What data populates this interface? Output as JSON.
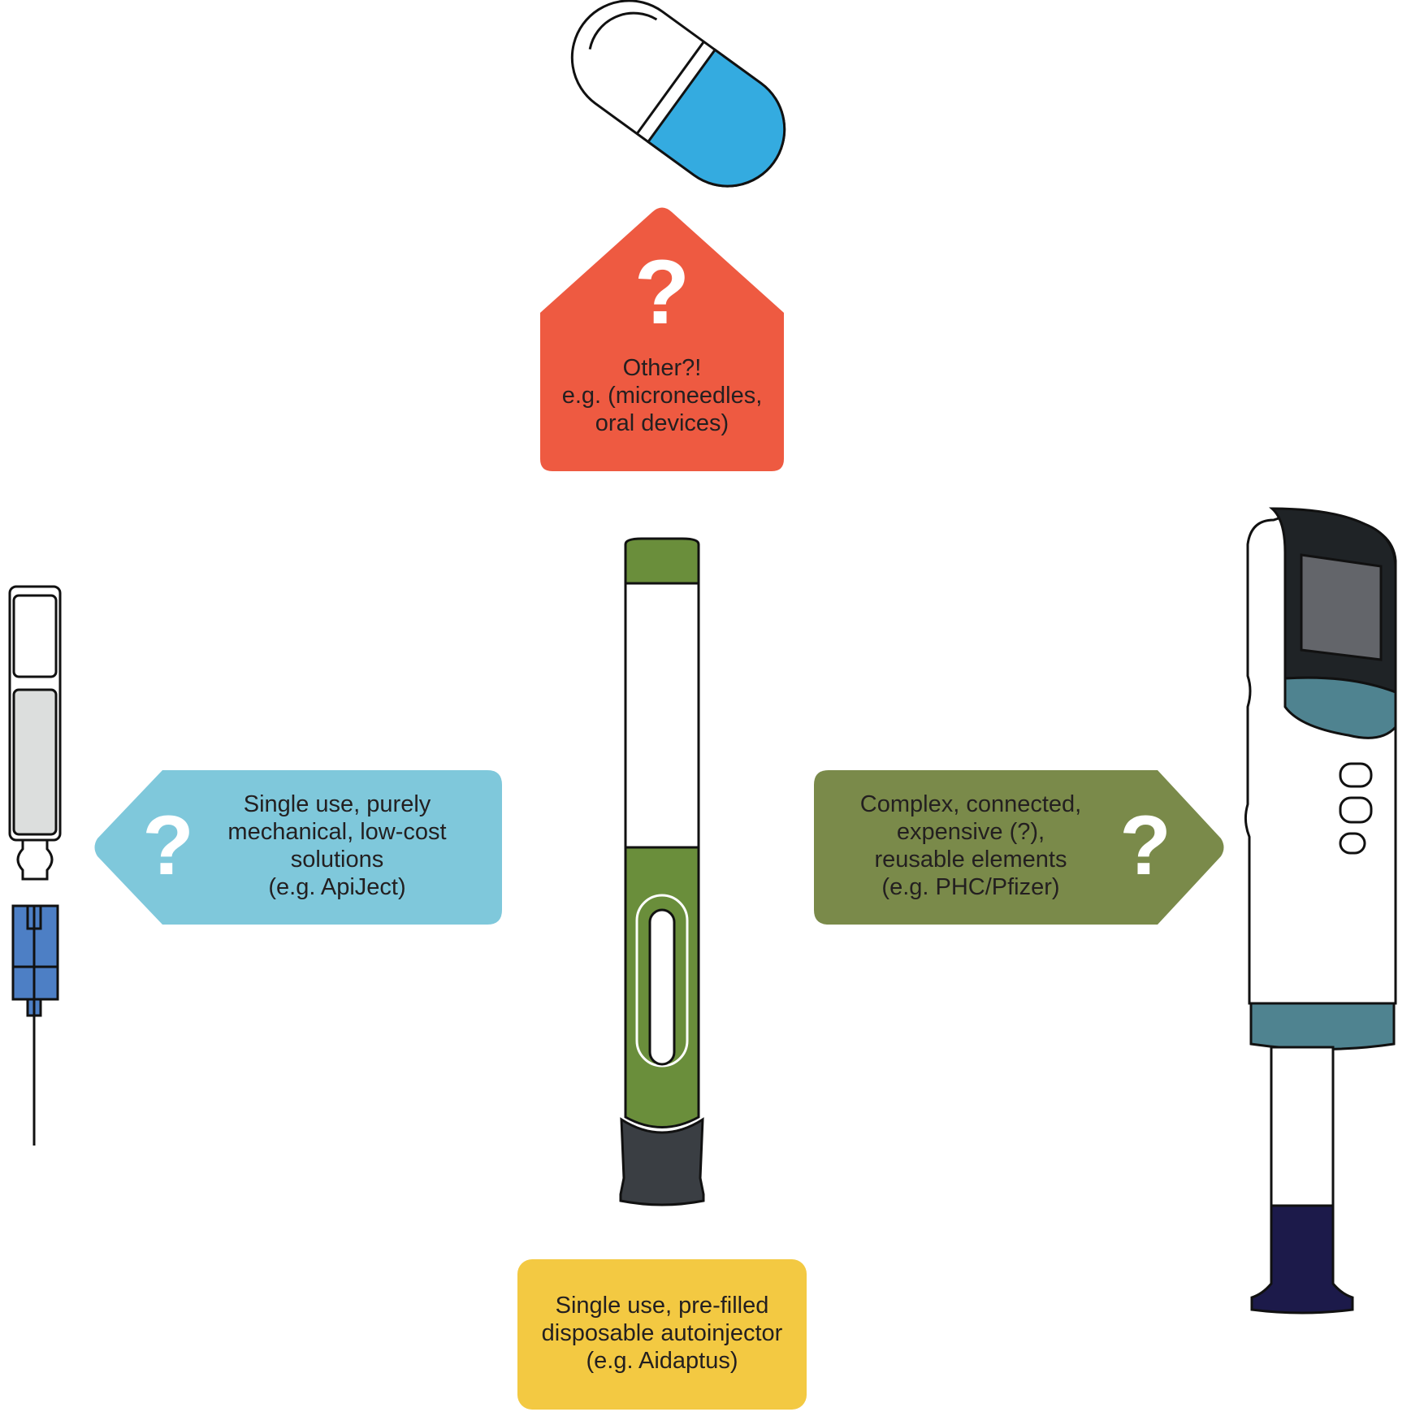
{
  "colors": {
    "top_box": "#ee5a41",
    "left_box": "#7fc8db",
    "right_box": "#7a8a4a",
    "bottom_box": "#f3c942",
    "pill_blue": "#34abe0",
    "pen_green": "#6a8e3b",
    "pen_cap": "#3a3e43",
    "device_dark": "#1f2326",
    "device_teal": "#4f8390",
    "device_screen": "#63656a",
    "needle_blue": "#4d7fc5",
    "plunger_navy": "#1c1a4a",
    "line": "#111111"
  },
  "icons": [
    "capsule-icon",
    "autoinjector-pen-icon",
    "prefilled-syringe-icon",
    "connected-injector-device-icon",
    "question-mark-icon"
  ],
  "boxes": {
    "top": {
      "mark": "?",
      "text": "Other?!\ne.g. (microneedles,\noral devices)"
    },
    "left": {
      "mark": "?",
      "text": "Single use, purely\nmechanical, low-cost\nsolutions\n(e.g. ApiJect)"
    },
    "right": {
      "mark": "?",
      "text": "Complex, connected,\nexpensive (?),\nreusable elements\n(e.g. PHC/Pfizer)"
    },
    "bottom": {
      "text": "Single use, pre-filled\ndisposable autoinjector\n(e.g. Aidaptus)"
    }
  }
}
